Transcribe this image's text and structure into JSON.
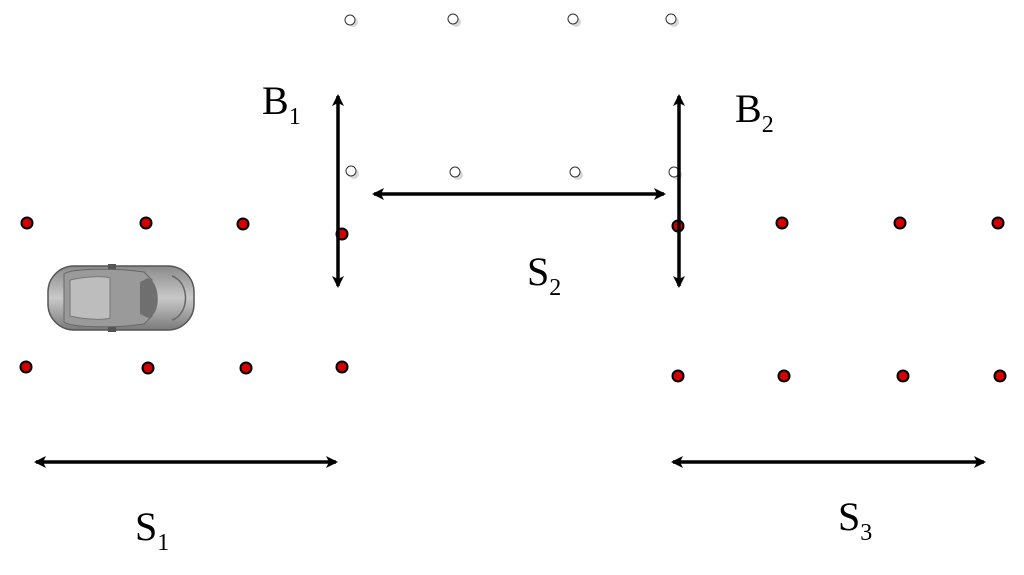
{
  "labels": {
    "b1": {
      "main": "B",
      "sub": "1"
    },
    "b2": {
      "main": "B",
      "sub": "2"
    },
    "s1": {
      "main": "S",
      "sub": "1"
    },
    "s2": {
      "main": "S",
      "sub": "2"
    },
    "s3": {
      "main": "S",
      "sub": "3"
    }
  },
  "colors": {
    "active_marker": "#d40000",
    "inactive_marker": "#ffffff",
    "arrow": "#000000"
  },
  "icons": {
    "vehicle": "car-top-view-icon"
  }
}
